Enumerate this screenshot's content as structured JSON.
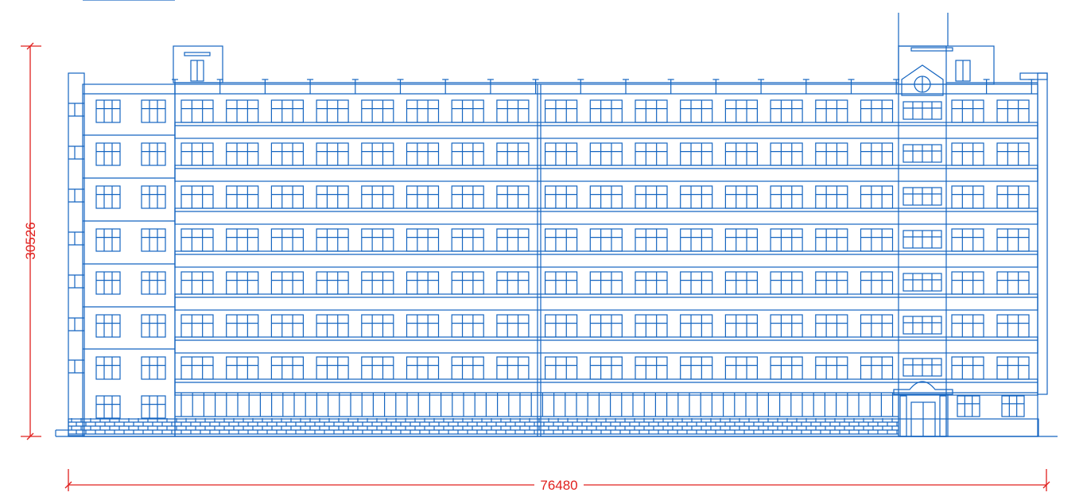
{
  "drawing": {
    "type": "building-elevation",
    "colors": {
      "line": "#1565c0",
      "dimension": "#e0201e",
      "background": "#ffffff"
    },
    "dimensions": {
      "height_label": "30526",
      "width_label": "76480"
    },
    "floors": 8,
    "main_window_columns": 16
  }
}
